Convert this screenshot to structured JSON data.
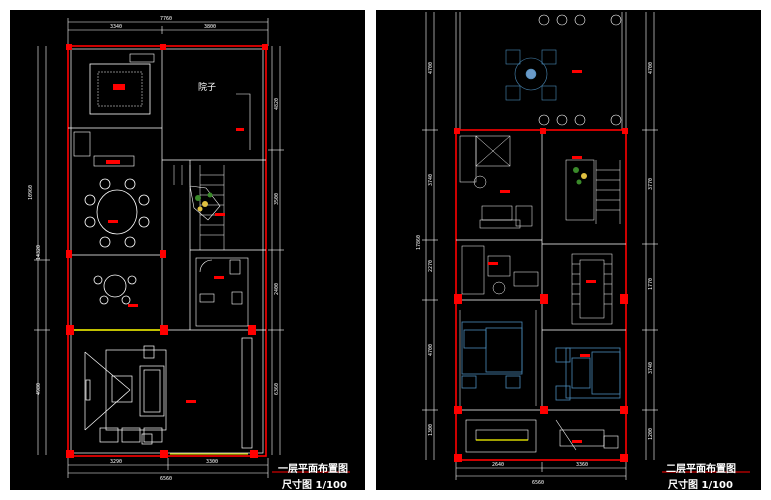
{
  "left_plan": {
    "title": "一层平面布置图",
    "scale": "尺寸图 1/100",
    "room_label": "院子",
    "dims_top": [
      "7760",
      "3340",
      "3800"
    ],
    "dims_bottom": [
      "3290",
      "3300",
      "6560"
    ],
    "dims_left": [
      "10960",
      "14320",
      "4980"
    ],
    "dims_right": [
      "4820",
      "3500",
      "2400",
      "6360"
    ]
  },
  "right_plan": {
    "title": "二层平面布置图",
    "scale": "尺寸图 1/100",
    "dims_bottom": [
      "2640",
      "3360",
      "6560"
    ],
    "dims_left": [
      "4700",
      "3740",
      "17860",
      "2270",
      "4700",
      "1300"
    ],
    "dims_right": [
      "4700",
      "3770",
      "1770",
      "3740",
      "1200"
    ]
  },
  "colors": {
    "background": "#000000",
    "wall": "#ff0000",
    "furniture": "#4a8ab8",
    "line": "#ffffff",
    "accent": "#ffff00"
  }
}
